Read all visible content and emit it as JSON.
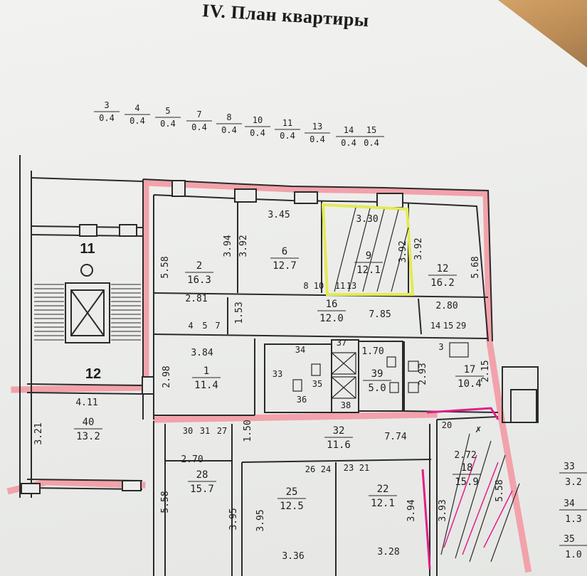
{
  "document": {
    "title": "IV. План квартиры"
  },
  "header_fractions": [
    {
      "num": "3",
      "den": "0.4"
    },
    {
      "num": "4",
      "den": "0.4"
    },
    {
      "num": "5",
      "den": "0.4"
    },
    {
      "num": "7",
      "den": "0.4"
    },
    {
      "num": "8",
      "den": "0.4"
    },
    {
      "num": "10",
      "den": "0.4"
    },
    {
      "num": "11",
      "den": "0.4"
    },
    {
      "num": "13",
      "den": "0.4"
    },
    {
      "num": "14",
      "den": "0.4"
    },
    {
      "num": "15",
      "den": "0.4"
    }
  ],
  "rooms": [
    {
      "num": "2",
      "area": "16.3"
    },
    {
      "num": "6",
      "area": "12.7"
    },
    {
      "num": "9",
      "area": "12.1"
    },
    {
      "num": "12",
      "area": "16.2"
    },
    {
      "num": "16",
      "area": "12.0"
    },
    {
      "num": "1",
      "area": "11.4"
    },
    {
      "num": "39",
      "area": "5.0"
    },
    {
      "num": "17",
      "area": "10.4"
    },
    {
      "num": "40",
      "area": "13.2"
    },
    {
      "num": "32",
      "area": "11.6"
    },
    {
      "num": "28",
      "area": "15.7"
    },
    {
      "num": "25",
      "area": "12.5"
    },
    {
      "num": "22",
      "area": "12.1"
    },
    {
      "num": "18",
      "area": "15.9"
    }
  ],
  "stair_labels": [
    "11",
    "12"
  ],
  "small_rooms": [
    "34",
    "37",
    "33",
    "35",
    "36",
    "38",
    "3",
    "4",
    "5",
    "7",
    "8",
    "10",
    "11",
    "13",
    "14",
    "15",
    "29",
    "30",
    "31",
    "27",
    "26",
    "24",
    "23",
    "21",
    "20"
  ],
  "dimensions": [
    "3.45",
    "3.30",
    "3.94",
    "3.92",
    "3.92",
    "3.92",
    "5.58",
    "5.68",
    "2.81",
    "1.53",
    "7.85",
    "2.80",
    "3.84",
    "2.98",
    "1.70",
    "2.93",
    "2.15",
    "4.11",
    "3.21",
    "2.70",
    "1.50",
    "7.74",
    "2.72",
    "5.58",
    "3.95",
    "3.95",
    "3.94",
    "3.93",
    "5.58",
    "3.36",
    "3.28"
  ],
  "side_fractions": [
    {
      "num": "33",
      "den": "3.2"
    },
    {
      "num": "34",
      "den": "1.3"
    },
    {
      "num": "35",
      "den": "1.0"
    }
  ],
  "colors": {
    "wall_highlight": "#f0a0a8",
    "selected_room": "#e6ec58",
    "marker": "#e0208a"
  }
}
